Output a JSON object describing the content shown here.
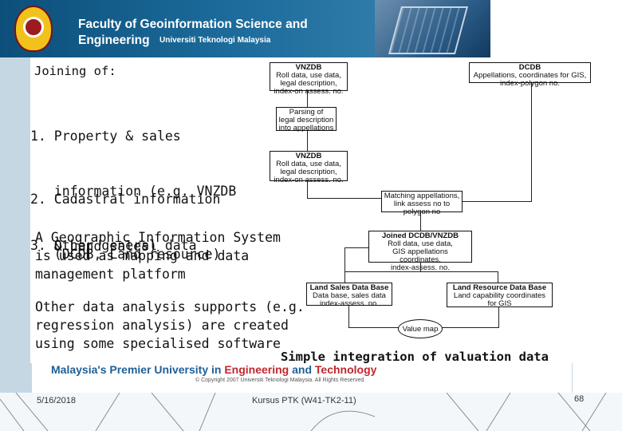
{
  "header": {
    "title_line1": "Faculty of Geoinformation Science and",
    "title_line2": "Engineering",
    "university": "Universiti Teknologi Malaysia"
  },
  "content": {
    "heading": "Joining of:",
    "items": [
      {
        "lines": [
          "1. Property & sales",
          "   information (e.g. VNZDB",
          "   & Land sales)"
        ]
      },
      {
        "lines": [
          "2. Cadastral information",
          "   (DCDB, Land resource)"
        ]
      },
      {
        "lines": [
          "3. Other general data"
        ]
      }
    ],
    "para1": [
      "A Geographic Information System",
      "is used as mapping and data",
      "management platform"
    ],
    "para2": [
      "Other data analysis supports (e.g.",
      "regression analysis) are created",
      "using some specialised software"
    ],
    "caption": "Simple integration of valuation data"
  },
  "diagram": {
    "vnzdb_top": {
      "title": "VNZDB",
      "lines": [
        "Roll data, use data,",
        "legal description,",
        "index-on assess. no."
      ]
    },
    "dcdb": {
      "title": "DCDB",
      "lines": [
        "Appellations, coordinates for GIS,",
        "index-polygon no."
      ]
    },
    "parsing": {
      "lines": [
        "Parsing of",
        "legal description",
        "into appellations"
      ]
    },
    "vnzdb_mid": {
      "title": "VNZDB",
      "lines": [
        "Roll data, use data,",
        "legal description,",
        "index-on assess. no."
      ]
    },
    "matching": {
      "lines": [
        "Matching appellations,",
        "link assess no to",
        "polygon no"
      ]
    },
    "joined": {
      "title": "Joined DCDB/VNZDB",
      "lines": [
        "Roll data, use data,",
        "GIS appellations coordinates,",
        "index-assess. no."
      ]
    },
    "land_sales": {
      "title": "Land Sales Data Base",
      "lines": [
        "Data base, sales data",
        "index-assess. no."
      ]
    },
    "land_resource": {
      "title": "Land Resource Data Base",
      "lines": [
        "Land capability coordinates",
        "for GIS"
      ]
    },
    "value_map": {
      "label": "Value map"
    }
  },
  "footer": {
    "banner_prefix": "Malaysia's Premier University in ",
    "banner_engineering": "Engineering",
    "banner_and": " and ",
    "banner_technology": "Technology",
    "copyright": "© Copyright 2007 Universiti Teknologi Malaysia. All Rights Reserved",
    "date": "5/16/2018",
    "course": "Kursus PTK (W41-TK2-11)",
    "page": "68"
  },
  "colors": {
    "header_blue": "#1b6a9a",
    "banner_blue": "#1f5f97",
    "banner_red": "#c0272d",
    "stripe": "#c6d7e4"
  }
}
